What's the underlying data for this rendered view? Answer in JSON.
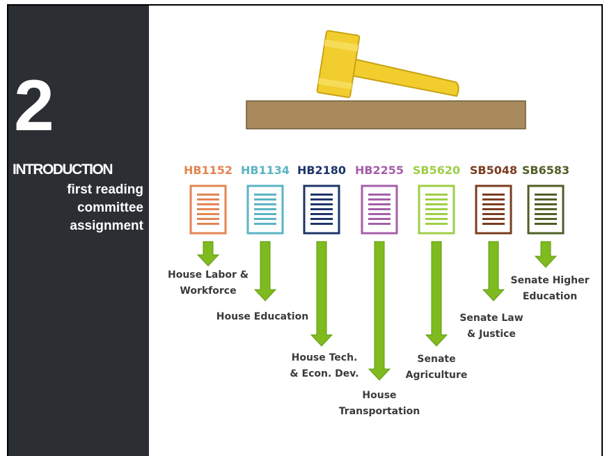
{
  "stage": {
    "number": "2",
    "title": "INTRODUCTION",
    "subtitle_lines": [
      "first reading",
      "committee",
      "assignment"
    ]
  },
  "colors": {
    "sidebar": "#2b2f33",
    "gavel": "#f2cd2e",
    "sound_block": "#a88a5c",
    "arrow": "#7fba1f"
  },
  "icons": {
    "gavel": "gavel-icon",
    "sound_block": "sound-block-icon",
    "document": "document-icon",
    "arrow": "down-arrow-icon"
  },
  "bills": [
    {
      "id": "HB1152",
      "color": "#e38552",
      "committee_lines": [
        "House Labor &",
        "Workforce"
      ]
    },
    {
      "id": "HB1134",
      "color": "#5ab4c4",
      "committee_lines": [
        "House Education"
      ]
    },
    {
      "id": "HB2180",
      "color": "#1e3469",
      "committee_lines": [
        "House Tech.",
        "& Econ. Dev."
      ]
    },
    {
      "id": "HB2255",
      "color": "#a55ea8",
      "committee_lines": [
        "House",
        "Transportation"
      ]
    },
    {
      "id": "SB5620",
      "color": "#9ecf45",
      "committee_lines": [
        "Senate",
        "Agriculture"
      ]
    },
    {
      "id": "SB5048",
      "color": "#7a3c1f",
      "committee_lines": [
        "Senate Law",
        "& Justice"
      ]
    },
    {
      "id": "SB6583",
      "color": "#4f5e25",
      "committee_lines": [
        "Senate Higher",
        "Education"
      ]
    }
  ]
}
